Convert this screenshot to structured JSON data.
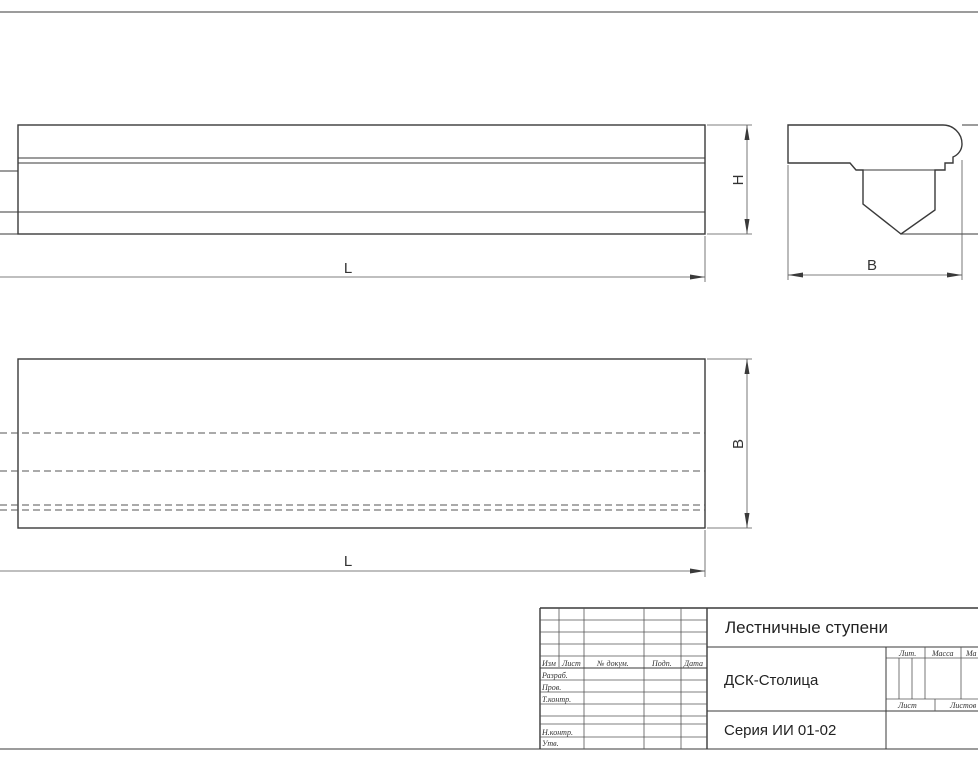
{
  "dimensions": {
    "front_length": "L",
    "front_height": "H",
    "side_width": "B",
    "plan_width": "B",
    "plan_length": "L"
  },
  "title_block": {
    "title": "Лестничные ступени",
    "organization": "ДСК-Столица",
    "series": "Серия ИИ 01-02",
    "col_headers": [
      "Изм",
      "Лист",
      "№ докум.",
      "Подп.",
      "Дата"
    ],
    "row_labels": [
      "Разраб.",
      "Пров.",
      "Т.контр.",
      "Н.контр.",
      "Утв."
    ],
    "lit_label": "Лит.",
    "mass_label": "Масса",
    "scale_label": "Ма",
    "sheet_label": "Лист",
    "sheets_label": "Листов"
  }
}
